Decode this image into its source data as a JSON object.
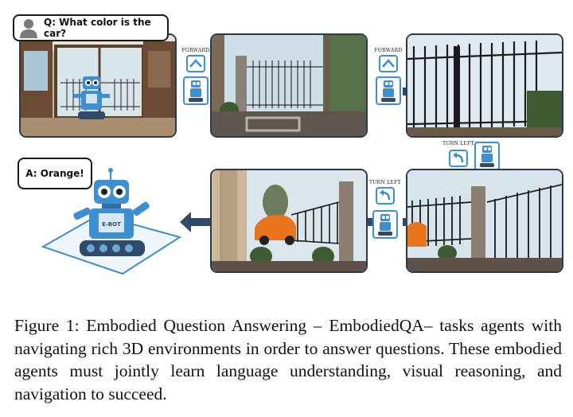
{
  "figure": {
    "question": "Q: What color is the car?",
    "answer": "A: Orange!",
    "actions": {
      "forward_1": "FORWARD",
      "forward_2": "FORWARD",
      "turn_left_1": "TURN LEFT",
      "turn_left_2": "TURN LEFT"
    },
    "robot_badge": "E-BOT"
  },
  "caption": "Figure 1: Embodied Question Answering – EmbodiedQA– tasks agents with navigating rich 3D environments in order to answer questions. These embodied agents must jointly learn language understanding, visual reasoning, and navigation to succeed.",
  "colors": {
    "robot_blue": "#3e8fd0",
    "arrow_navy": "#2f4a6a",
    "car_orange": "#e8741c"
  }
}
